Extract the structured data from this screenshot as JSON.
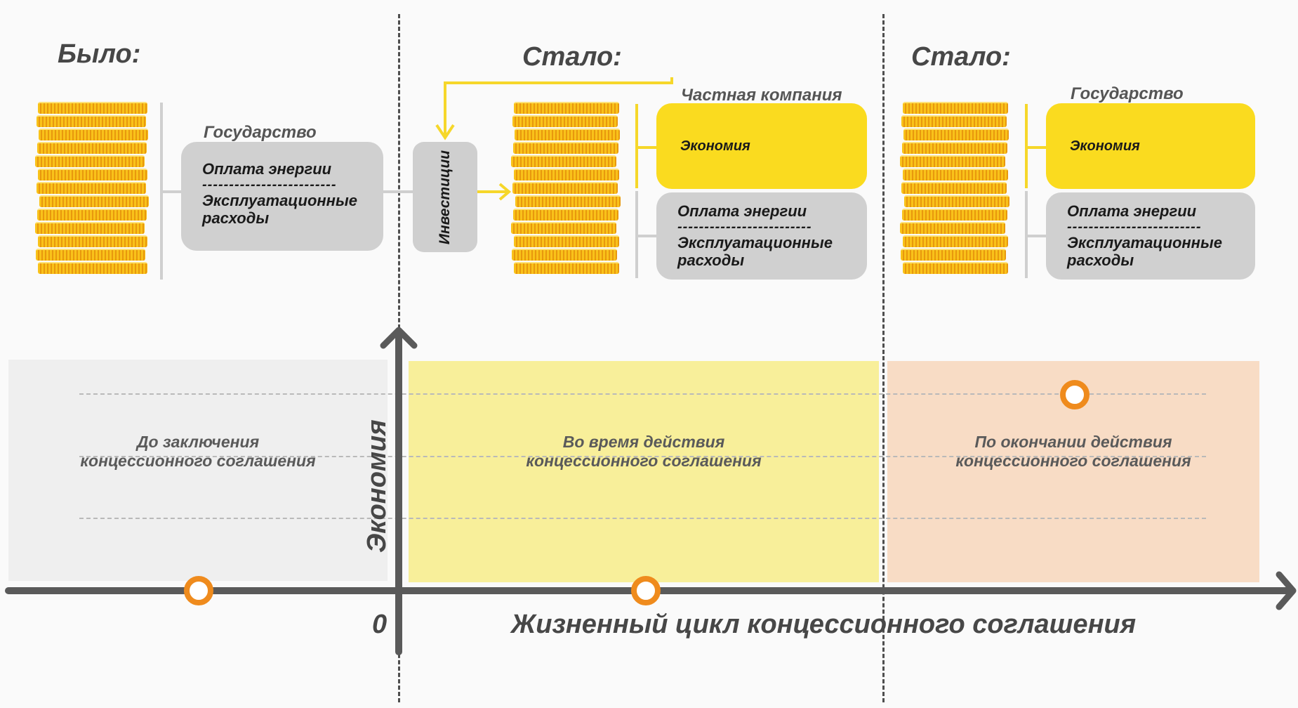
{
  "panels": {
    "before": {
      "heading": "Было:",
      "owner": "Государство",
      "box": {
        "line1": "Оплата энергии",
        "separator": "-------------------------",
        "line2": "Эксплуатационные",
        "line3": "расходы"
      }
    },
    "during": {
      "heading": "Стало:",
      "owner": "Частная компания",
      "investment": "Инвестиции",
      "savings": "Экономия",
      "box": {
        "line1": "Оплата энергии",
        "separator": "-------------------------",
        "line2": "Эксплуатационные",
        "line3": "расходы"
      }
    },
    "after": {
      "heading": "Стало:",
      "owner": "Государство",
      "savings": "Экономия",
      "box": {
        "line1": "Оплата энергии",
        "separator": "-------------------------",
        "line2": "Эксплуатационные",
        "line3": "расходы"
      }
    }
  },
  "chart": {
    "origin_label": "0",
    "y_axis_label": "Экономия",
    "x_axis_label": "Жизненный цикл концессионного соглашения",
    "phases": [
      {
        "line1": "До заключения",
        "line2": "концессионного соглашения",
        "color": "#efefef"
      },
      {
        "line1": "Во время действия",
        "line2": "концессионного соглашения",
        "color": "#f8ef9a"
      },
      {
        "line1": "По окончании действия",
        "line2": "концессионного соглашения",
        "color": "#f8dcc5"
      }
    ],
    "marker_color": "#ef8b1d",
    "axis_color": "#5a5a5a"
  }
}
